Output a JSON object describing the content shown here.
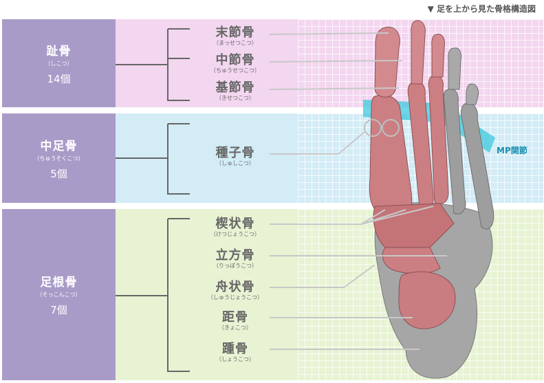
{
  "header": {
    "title": "▼ 足を上から見た骨格構造図"
  },
  "categories": [
    {
      "name": "趾骨",
      "reading": "（しこつ）",
      "count": "14個"
    },
    {
      "name": "中足骨",
      "reading": "（ちゅうそくこつ）",
      "count": "5個"
    },
    {
      "name": "足根骨",
      "reading": "（そっこんこつ）",
      "count": "7個"
    }
  ],
  "bones": [
    {
      "name": "末節骨",
      "reading": "（まっせつこつ）"
    },
    {
      "name": "中節骨",
      "reading": "（ちゅうせつこつ）"
    },
    {
      "name": "基節骨",
      "reading": "（きせつこつ）"
    },
    {
      "name": "種子骨",
      "reading": "（しゅしこつ）"
    },
    {
      "name": "楔状骨",
      "reading": "（けつじょうこつ）"
    },
    {
      "name": "立方骨",
      "reading": "（りっぽうこつ）"
    },
    {
      "name": "舟状骨",
      "reading": "（しゅうじょうこつ）"
    },
    {
      "name": "距骨",
      "reading": "（きょこつ）"
    },
    {
      "name": "踵骨",
      "reading": "（しょうこつ）"
    }
  ],
  "annotation": {
    "mp_joint": "MP関節"
  },
  "colors": {
    "category_bg": "#a99bc8",
    "toe_band": "#f3d6ef",
    "metatarsal_band": "#d3ecf6",
    "tarsal_band": "#e7f3d3",
    "bone_red": "#cc7f83",
    "bone_gray": "#9e9e9e",
    "mp_highlight": "#3ec8dd"
  }
}
